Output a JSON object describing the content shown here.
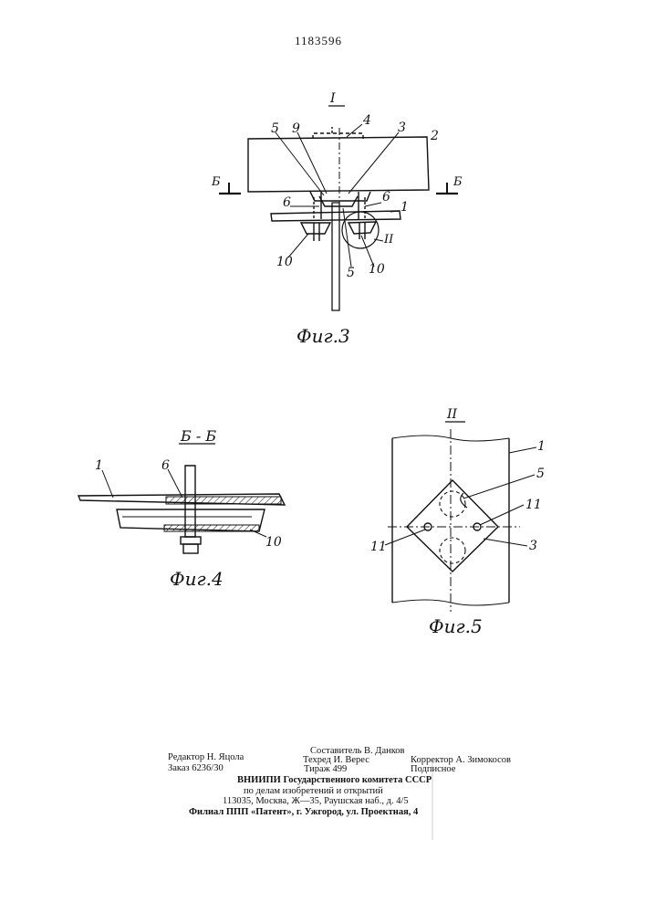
{
  "patent_number": "1183596",
  "fig3": {
    "view_label": "I",
    "section_marks": [
      "Б",
      "Б"
    ],
    "callouts": [
      "5",
      "9",
      "4",
      "3",
      "2",
      "6",
      "6",
      "1",
      "II",
      "10",
      "5",
      "10"
    ],
    "caption": "Фиг.3"
  },
  "fig4": {
    "section_title": "Б - Б",
    "callouts": [
      "1",
      "6",
      "10"
    ],
    "caption": "Фиг.4"
  },
  "fig5": {
    "view_label": "II",
    "callouts": [
      "1",
      "5",
      "11",
      "11",
      "3"
    ],
    "caption": "Фиг.5"
  },
  "footer": {
    "editor": "Редактор Н. Яцола",
    "order": "Заказ 6236/30",
    "compiler": "Составитель В. Данков",
    "techred": "Техред И. Верес",
    "circulation": "Тираж 499",
    "corrector": "Корректор А. Зимокосов",
    "subscription": "Подписное",
    "org_line1": "ВНИИПИ  Государственного  комитета  СССР",
    "org_line2": "по  делам  изобретений  и  открытий",
    "address": "113035,  Москва,  Ж—35,  Раушская  наб.,  д.  4/5",
    "branch": "Филиал  ППП  «Патент»,  г.  Ужгород,  ул.  Проектная,  4"
  }
}
